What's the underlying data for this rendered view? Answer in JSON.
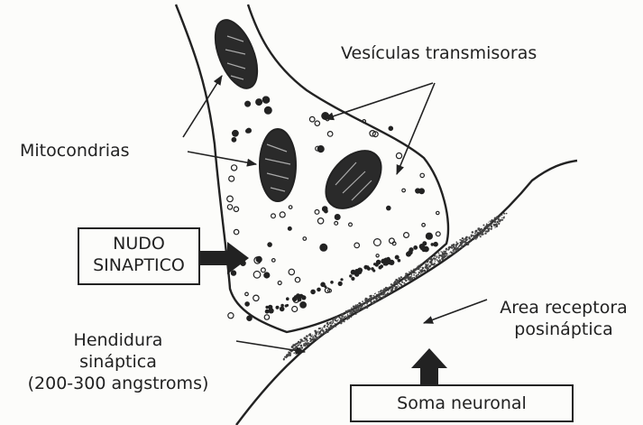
{
  "labels": {
    "vesicles": "Vesículas transmisoras",
    "mitochondria": "Mitocondrias",
    "node_line1": "NUDO",
    "node_line2": "SINAPTICO",
    "receptor_line1": "Area receptora",
    "receptor_line2": "posináptica",
    "cleft_line1": "Hendidura",
    "cleft_line2": "sináptica",
    "cleft_line3": "(200-300 angstroms)",
    "soma": "Soma neuronal"
  },
  "colors": {
    "ink": "#222222",
    "mitochondria_fill": "#2a2a2a",
    "background": "#fcfcfa"
  }
}
